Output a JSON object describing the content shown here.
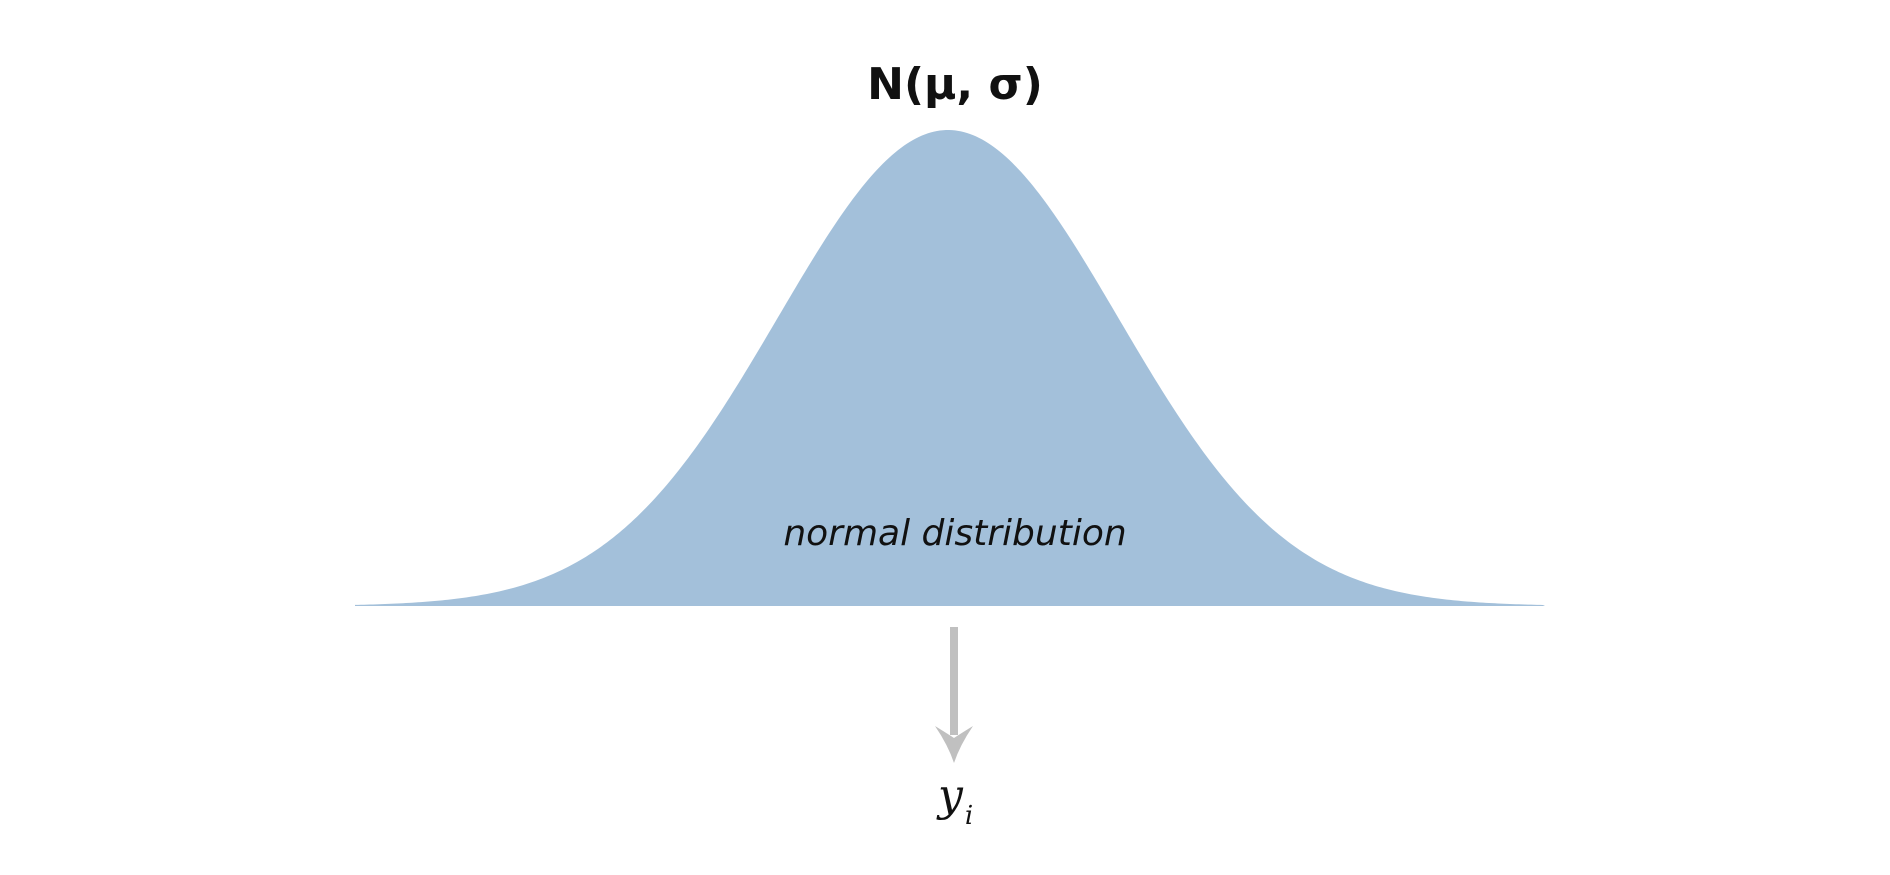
{
  "diagram": {
    "title": "N(μ, σ)",
    "curve_label": "normal distribution",
    "variable": "y",
    "variable_subscript": "i"
  },
  "colors": {
    "curve_fill": "#a3c0da",
    "arrow": "#c0c0c0",
    "text": "#111111"
  }
}
